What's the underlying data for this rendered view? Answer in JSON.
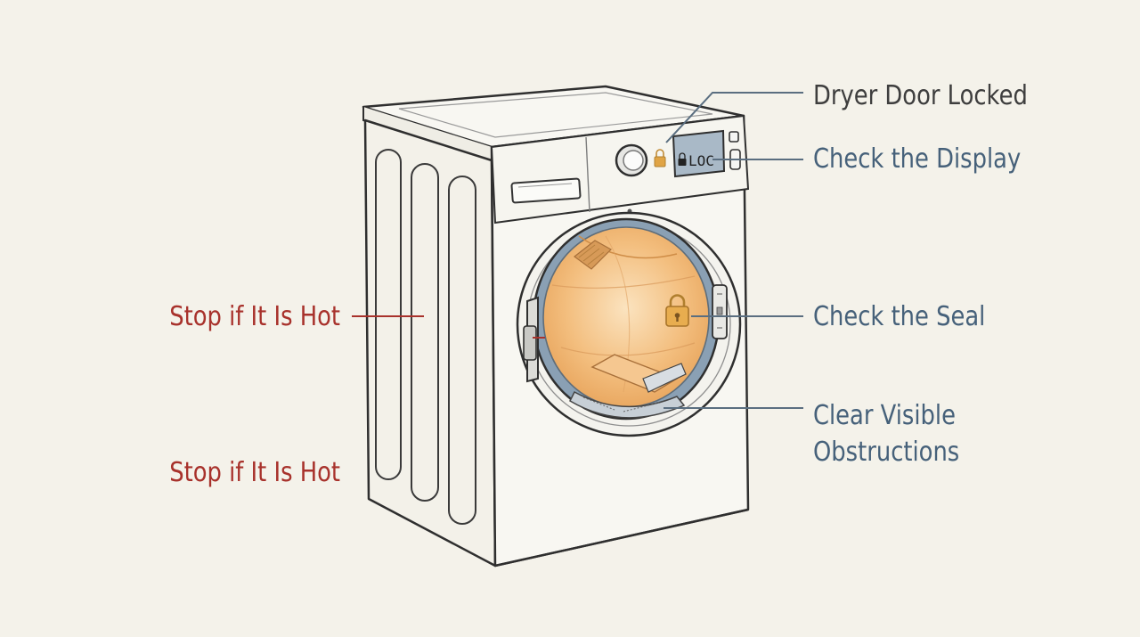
{
  "diagram": {
    "display_readout": "LOC",
    "callouts": {
      "door_locked": "Dryer Door Locked",
      "check_display": "Check the Display",
      "check_seal": "Check the Seal",
      "clear_obstructions_line1": "Clear Visible",
      "clear_obstructions_line2": "Obstructions",
      "stop_hot_upper": "Stop if It Is Hot",
      "stop_hot_lower": "Stop if It Is Hot"
    },
    "colors": {
      "background": "#f4f2ea",
      "outline": "#2f2f2f",
      "leader_line": "#5a6e80",
      "label_blue": "#46617a",
      "label_dark": "#3e3e3e",
      "label_red": "#a8322c",
      "drum_orange": "#f2b56b",
      "door_ring": "#8aa0b4",
      "lock_amber": "#e0a445",
      "display_panel": "#a9b9c7"
    }
  }
}
